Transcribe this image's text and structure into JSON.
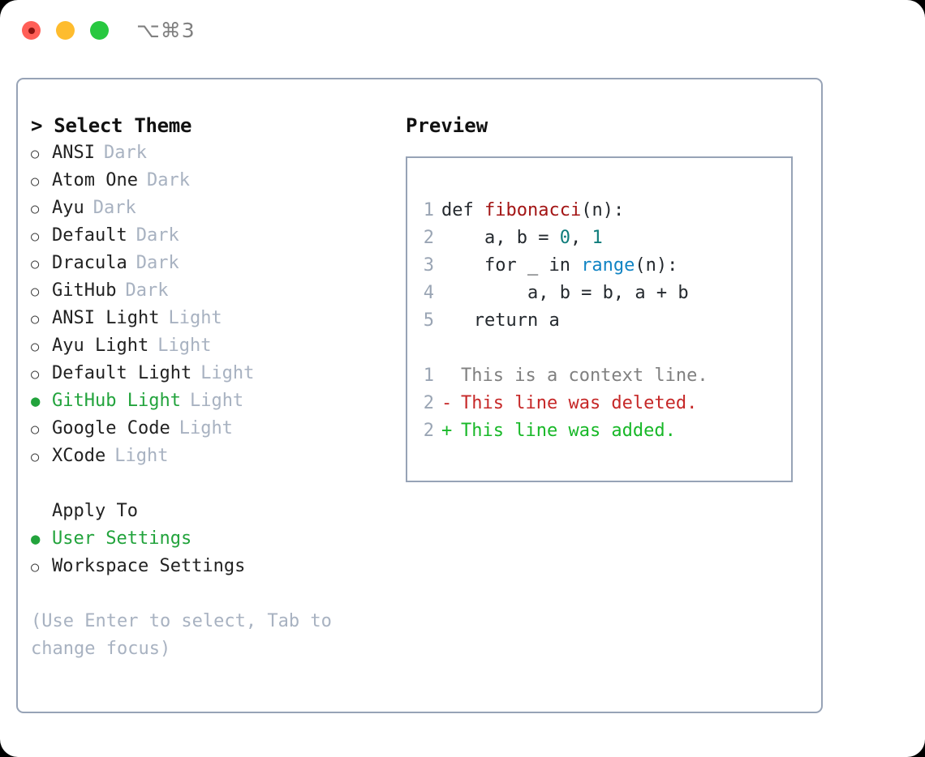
{
  "titlebar": {
    "shortcut": "⌥⌘3",
    "buttons": [
      {
        "name": "close",
        "color": "#ff5f57"
      },
      {
        "name": "minimize",
        "color": "#febc2e"
      },
      {
        "name": "maximize",
        "color": "#28c840"
      }
    ]
  },
  "theme_panel": {
    "heading": "> Select Theme",
    "items": [
      {
        "bullet": "○",
        "name": "ANSI",
        "tag": "Dark",
        "selected": false
      },
      {
        "bullet": "○",
        "name": "Atom One",
        "tag": "Dark",
        "selected": false
      },
      {
        "bullet": "○",
        "name": "Ayu",
        "tag": "Dark",
        "selected": false
      },
      {
        "bullet": "○",
        "name": "Default",
        "tag": "Dark",
        "selected": false
      },
      {
        "bullet": "○",
        "name": "Dracula",
        "tag": "Dark",
        "selected": false
      },
      {
        "bullet": "○",
        "name": "GitHub",
        "tag": "Dark",
        "selected": false
      },
      {
        "bullet": "○",
        "name": "ANSI Light",
        "tag": "Light",
        "selected": false
      },
      {
        "bullet": "○",
        "name": "Ayu Light",
        "tag": "Light",
        "selected": false
      },
      {
        "bullet": "○",
        "name": "Default Light",
        "tag": "Light",
        "selected": false
      },
      {
        "bullet": "●",
        "name": "GitHub Light",
        "tag": "Light",
        "selected": true
      },
      {
        "bullet": "○",
        "name": "Google Code",
        "tag": "Light",
        "selected": false
      },
      {
        "bullet": "○",
        "name": "XCode",
        "tag": "Light",
        "selected": false
      }
    ]
  },
  "apply_to": {
    "heading": "Apply To",
    "options": [
      {
        "bullet": "●",
        "label": "User Settings",
        "selected": true
      },
      {
        "bullet": "○",
        "label": "Workspace Settings",
        "selected": false
      }
    ]
  },
  "hint": "(Use Enter to select, Tab to change focus)",
  "preview": {
    "title": "Preview",
    "code_lines": [
      {
        "ln": "1",
        "segments": [
          {
            "t": "def ",
            "c": "plain"
          },
          {
            "t": "fibonacci",
            "c": "fn"
          },
          {
            "t": "(n):",
            "c": "plain"
          }
        ]
      },
      {
        "ln": "2",
        "segments": [
          {
            "t": "    a, b = ",
            "c": "plain"
          },
          {
            "t": "0",
            "c": "num"
          },
          {
            "t": ", ",
            "c": "plain"
          },
          {
            "t": "1",
            "c": "num"
          }
        ]
      },
      {
        "ln": "3",
        "segments": [
          {
            "t": "    for _ in ",
            "c": "plain"
          },
          {
            "t": "range",
            "c": "call"
          },
          {
            "t": "(n):",
            "c": "plain"
          }
        ]
      },
      {
        "ln": "4",
        "segments": [
          {
            "t": "        a, b = b, a + b",
            "c": "plain"
          }
        ]
      },
      {
        "ln": "5",
        "segments": [
          {
            "t": "   return a",
            "c": "plain"
          }
        ]
      }
    ],
    "diff_lines": [
      {
        "ln": "1",
        "mark": " ",
        "text": "This is a context line.",
        "kind": "ctx"
      },
      {
        "ln": "2",
        "mark": "-",
        "text": "This line was deleted.",
        "kind": "del"
      },
      {
        "ln": "2",
        "mark": "+",
        "text": "This line was added.",
        "kind": "add"
      }
    ]
  },
  "colors": {
    "accent_green": "#22a33c",
    "border": "#97a3b6",
    "muted": "#a8b2c1",
    "keyword_red": "#a31515",
    "number_teal": "#0e7c7b",
    "call_blue": "#1184c4",
    "diff_add": "#18b828",
    "diff_del": "#c62828"
  }
}
